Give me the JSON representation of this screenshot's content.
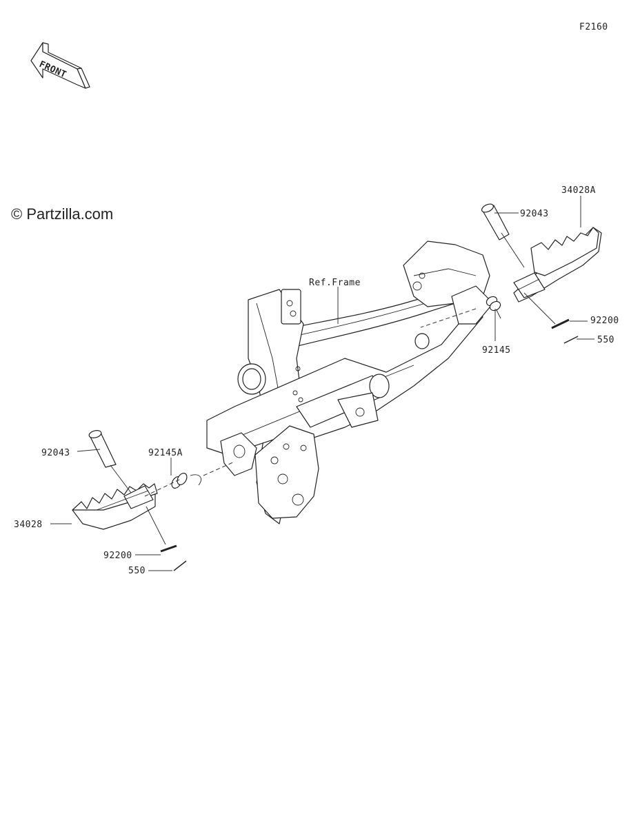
{
  "figure_code": "F2160",
  "watermark": "© Partzilla.com",
  "front_arrow": {
    "text": "FRONT",
    "icon": "front-direction-arrow-icon"
  },
  "callouts": {
    "ref_frame": "Ref.Frame",
    "footpeg_right": "34028A",
    "pin_right": "92043",
    "spring_right": "92145",
    "washer_right": "92200",
    "cotter_right": "550",
    "pin_left": "92043",
    "spring_left": "92145A",
    "footpeg_left": "34028",
    "washer_left": "92200",
    "cotter_left": "550"
  }
}
